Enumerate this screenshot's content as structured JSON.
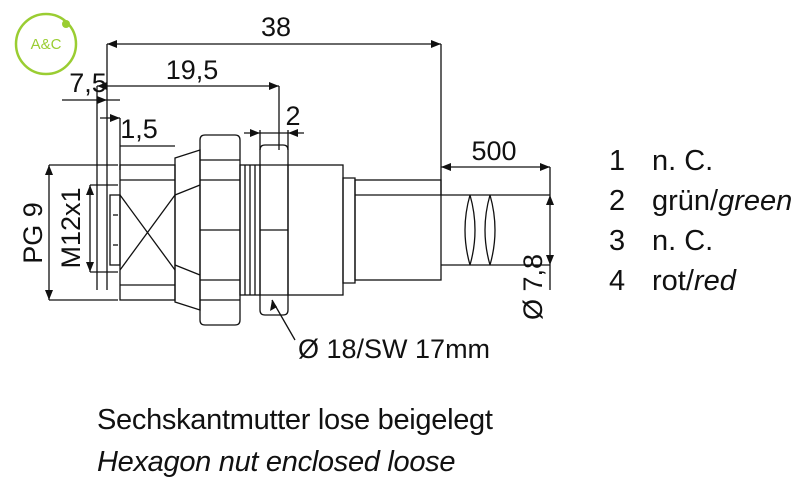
{
  "logo": {
    "text": "A&C",
    "color": "#9acd32"
  },
  "dimensions": {
    "overall_length": "38",
    "body_length": "19,5",
    "front_length": "7,5",
    "thread_step": "1,5",
    "flange_gap": "2",
    "cable_length": "500",
    "pg_thread": "PG 9",
    "metric_thread": "M12x1",
    "cable_diameter": "Ø 7,8",
    "nut_size": "Ø 18/SW 17mm"
  },
  "pins": [
    {
      "num": "1",
      "label": "n. C.",
      "label_en": ""
    },
    {
      "num": "2",
      "label": "grün/",
      "label_en": "green"
    },
    {
      "num": "3",
      "label": "n. C.",
      "label_en": ""
    },
    {
      "num": "4",
      "label": "rot/",
      "label_en": "red"
    }
  ],
  "notes": {
    "german": "Sechskantmutter lose beigelegt",
    "english": "Hexagon nut enclosed loose"
  },
  "colors": {
    "line": "#111111",
    "logo": "#9acd32"
  }
}
